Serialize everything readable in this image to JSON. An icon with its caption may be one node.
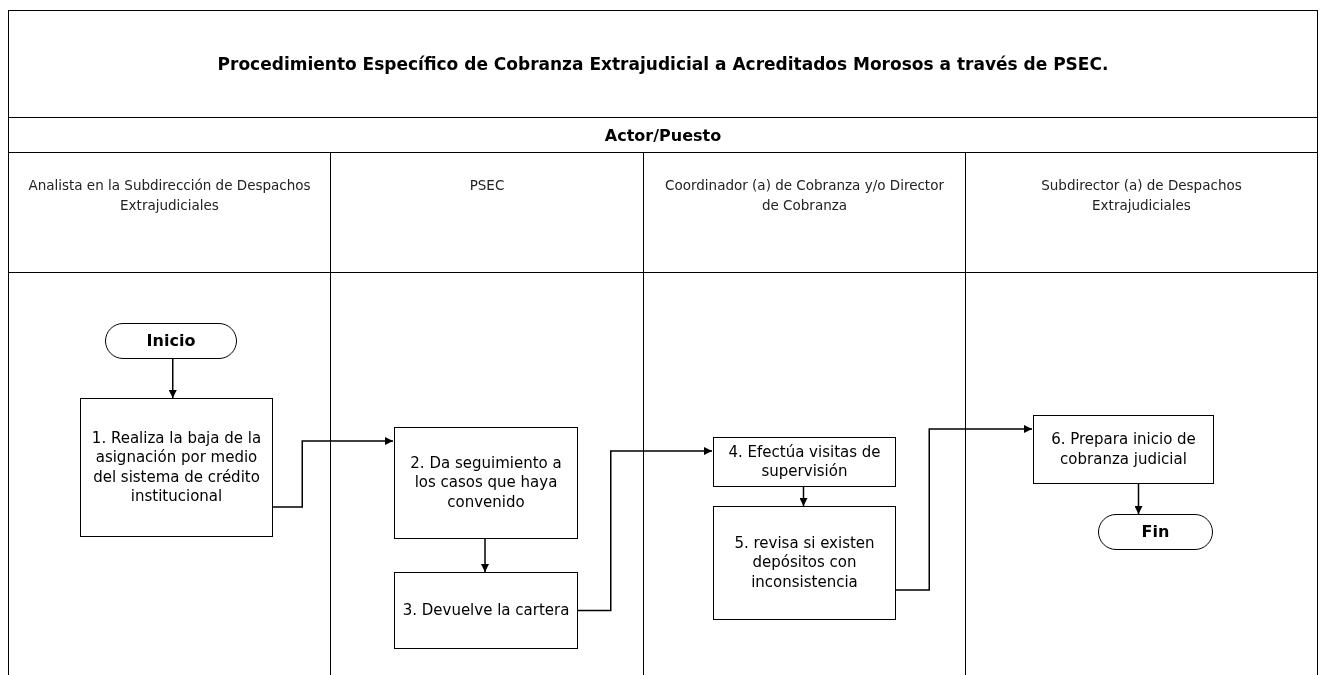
{
  "diagram": {
    "title": "Procedimiento Específico de Cobranza Extrajudicial a Acreditados Morosos a través de PSEC.",
    "nodes": [
      {
        "text": [
          "Analista en la Subdirección de Despachos Extrajudiciales"
        ]
      },
      {
        "text": [
          "PSEC"
        ]
      },
      {
        "text": [
          "Coordinador (a) de Cobranza y/o Director de Cobranza"
        ]
      },
      {
        "text": [
          "Subdirector (a) de Despachos Extrajudiciales"
        ]
      },
      {
        "text": [
          "Inicio"
        ],
        "in": 0
      },
      {
        "text": [
          "1. Realiza la baja de la asignación por medio del sistema de crédito institucional"
        ],
        "in": 0
      },
      {
        "text": [
          "2. Da seguimiento a los casos que haya convenido"
        ],
        "in": 1
      },
      {
        "text": [
          "3. Devuelve la cartera"
        ],
        "in": 1
      },
      {
        "text": [
          "4. Efectúa visitas de supervisión"
        ],
        "in": 2
      },
      {
        "text": [
          "5. revisa si existen depósitos con inconsistencia"
        ],
        "in": 2
      },
      {
        "text": [
          "6. Prepara inicio de cobranza judicial"
        ],
        "in": 3
      },
      {
        "text": [
          "Fin"
        ],
        "in": 3
      }
    ],
    "edges": [
      {
        "from": 4,
        "to": 5,
        "arrow": "to"
      },
      {
        "from": 5,
        "to": 6,
        "arrow": "to"
      },
      {
        "from": 6,
        "to": 7,
        "arrow": "to"
      },
      {
        "from": 7,
        "to": 8,
        "arrow": "to"
      },
      {
        "from": 8,
        "to": 9,
        "arrow": "to"
      },
      {
        "from": 9,
        "to": 10,
        "arrow": "to"
      },
      {
        "from": 10,
        "to": 11,
        "arrow": "to"
      }
    ],
    "labels": [
      "Actor/Puesto"
    ]
  }
}
